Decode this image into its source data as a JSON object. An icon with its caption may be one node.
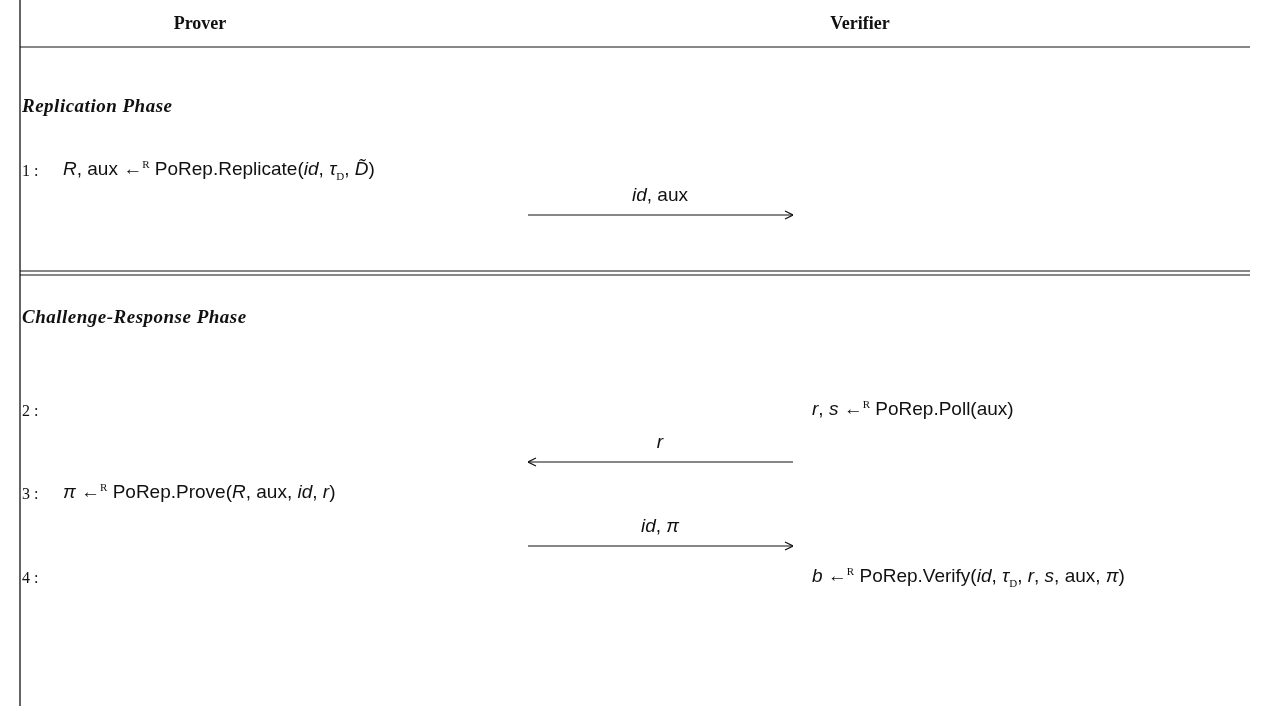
{
  "diagram": {
    "labels": [
      "Prover",
      "Verifier",
      "Replication Phase",
      "1 :",
      "*R*, aux ←$^{R}$ PoRep.Replicate(*id*, *τ*$_{D}$, *D̃*)",
      "*id*, aux",
      "Challenge-Response Phase",
      "2 :",
      "*r*, *s* ←$^{R}$ PoRep.Poll(aux)",
      "*r*",
      "3 :",
      "*π* ←$^{R}$ PoRep.Prove(*R*, aux, *id*, *r*)",
      "*id*, *π*",
      "4 :",
      "*b* ←$^{R}$ PoRep.Verify(*id*, *τ*$_{D}$, *r*, *s*, aux, *π*)"
    ]
  }
}
